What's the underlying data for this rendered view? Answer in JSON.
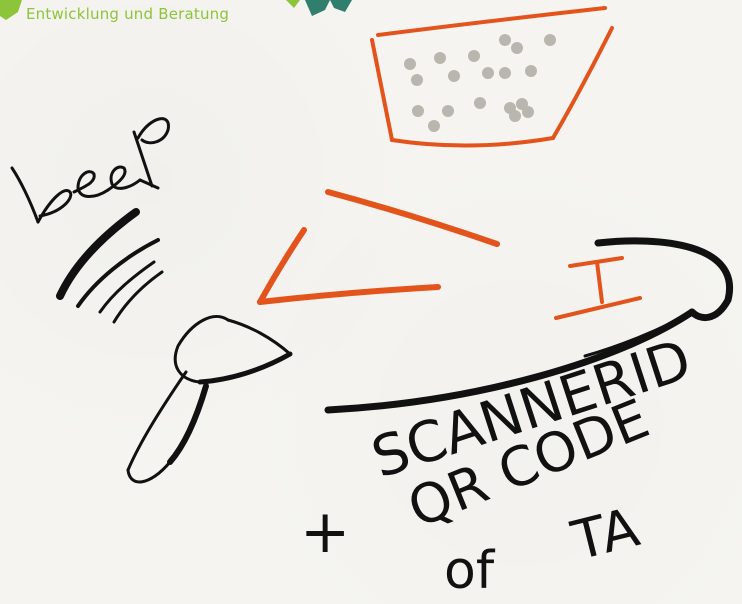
{
  "header": {
    "brand_tagline": "Entwicklung und Beratung"
  },
  "sketch": {
    "beep_text": "beep",
    "label_line1": "SCANNERID",
    "label_plus": "+",
    "label_line2": "QR CODE",
    "label_line3": "of",
    "label_line4": "TA",
    "cursor_symbol": "I"
  },
  "colors": {
    "ink": "#111111",
    "accent": "#e2541c",
    "brand_green": "#8cc43a",
    "logo_teal": "#2f7f6c",
    "dots": "#b8b6ae",
    "paper": "#f5f4f0"
  },
  "icons": {
    "logo": "logo-leaf-icon",
    "basket": "shopping-basket-icon",
    "scanner": "barcode-scanner-icon",
    "sound": "sound-waves-icon",
    "cursor": "text-cursor-icon"
  }
}
